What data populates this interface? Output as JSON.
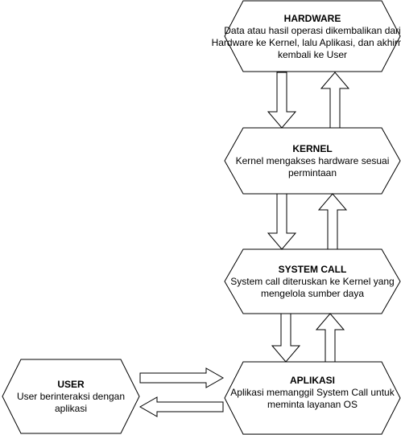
{
  "colors": {
    "stroke": "#000000",
    "fill": "#ffffff",
    "text": "#000000"
  },
  "nodes": {
    "hardware": {
      "title": "HARDWARE",
      "description": "Data atau hasil operasi dikembalikan dari Hardware ke Kernel, lalu Aplikasi, dan akhirnya kembali ke User"
    },
    "kernel": {
      "title": "KERNEL",
      "description": "Kernel mengakses hardware sesuai permintaan"
    },
    "system_call": {
      "title": "SYSTEM CALL",
      "description": "System call diteruskan ke Kernel yang mengelola sumber daya"
    },
    "aplikasi": {
      "title": "APLIKASI",
      "description": "Aplikasi memanggil System Call untuk meminta layanan OS"
    },
    "user": {
      "title": "USER",
      "description": "User berinteraksi dengan aplikasi"
    }
  },
  "edges": [
    {
      "from": "hardware",
      "to": "kernel"
    },
    {
      "from": "kernel",
      "to": "hardware"
    },
    {
      "from": "kernel",
      "to": "system_call"
    },
    {
      "from": "system_call",
      "to": "kernel"
    },
    {
      "from": "system_call",
      "to": "aplikasi"
    },
    {
      "from": "aplikasi",
      "to": "system_call"
    },
    {
      "from": "user",
      "to": "aplikasi"
    },
    {
      "from": "aplikasi",
      "to": "user"
    }
  ]
}
